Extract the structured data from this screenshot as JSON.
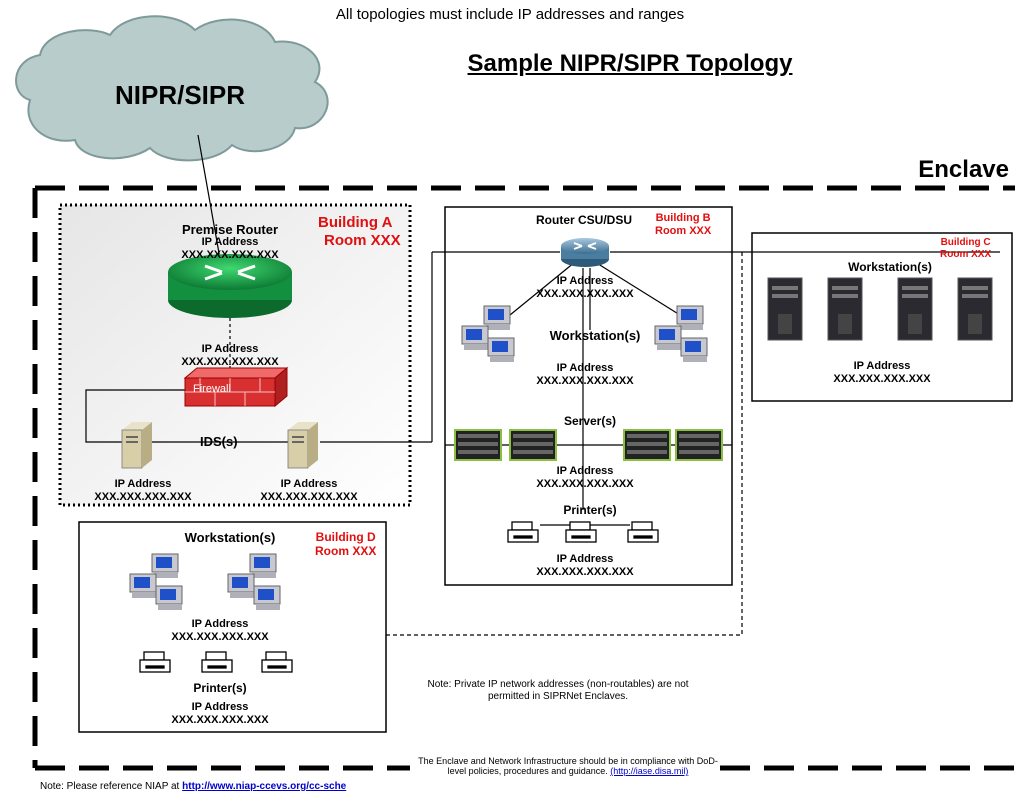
{
  "header": {
    "note": "All topologies must include IP addresses and ranges",
    "title": "Sample NIPR/SIPR Topology"
  },
  "cloud": {
    "label": "NIPR/SIPR"
  },
  "enclave": {
    "label": "Enclave"
  },
  "ip_label": "IP Address",
  "ip_value": "XXX.XXX.XXX.XXX",
  "building_a": {
    "name": "Building A",
    "room": "Room XXX",
    "router_label": "Premise Router",
    "firewall_label": "Firewall",
    "ids_label": "IDS(s)"
  },
  "building_b": {
    "name": "Building B",
    "room": "Room XXX",
    "router_label": "Router CSU/DSU",
    "workstations_label": "Workstation(s)",
    "servers_label": "Server(s)",
    "printers_label": "Printer(s)"
  },
  "building_c": {
    "name": "Building C",
    "room": "Room XXX",
    "workstations_label": "Workstation(s)"
  },
  "building_d": {
    "name": "Building D",
    "room": "Room XXX",
    "workstations_label": "Workstation(s)",
    "printers_label": "Printer(s)"
  },
  "notes": {
    "private_ip": "Note: Private IP network addresses (non-routables) are not permitted in SIPRNet Enclaves.",
    "infrastructure": "The Enclave and Network Infrastructure should be in compliance with DoD-level policies, procedures and guidance.",
    "infrastructure_link": "(http://iase.disa.mil)",
    "niap_prefix": "Note: Please reference NIAP at",
    "niap_link": "http://www.niap-ccevs.org/cc-sche"
  },
  "colors": {
    "cloud": "#b8cccc",
    "router_green": "#18a84a",
    "router_blue": "#6a9ab8",
    "firewall_red": "#d83030",
    "building_red": "#e01010",
    "link": "#0000cc"
  }
}
